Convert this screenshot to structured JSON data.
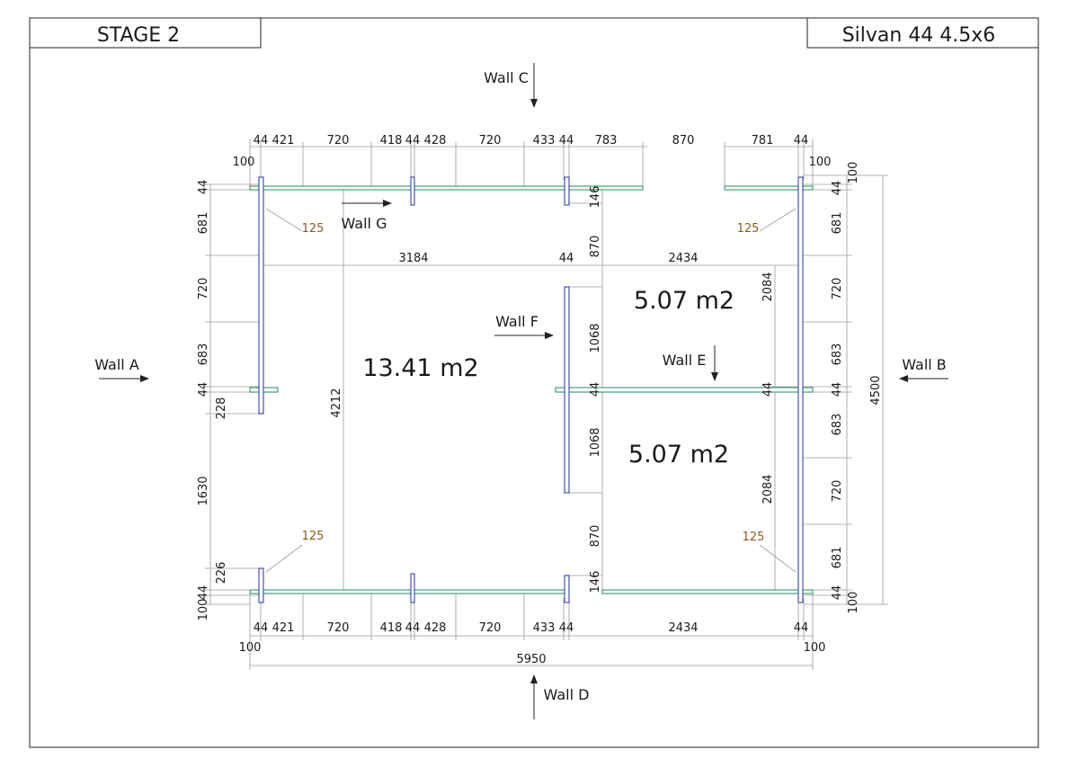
{
  "header": {
    "stage": "STAGE 2",
    "model": "Silvan 44 4.5x6"
  },
  "rooms": [
    {
      "label": "13.41 m2"
    },
    {
      "label": "5.07 m2"
    },
    {
      "label": "5.07 m2"
    }
  ],
  "walls": {
    "a": "Wall A",
    "b": "Wall B",
    "c": "Wall C",
    "d": "Wall D",
    "e": "Wall E",
    "f": "Wall F",
    "g": "Wall G"
  },
  "dimensions": {
    "top": [
      "44",
      "421",
      "720",
      "418",
      "44",
      "428",
      "720",
      "433",
      "44",
      "783",
      "870",
      "781",
      "44"
    ],
    "top_ends": [
      "100",
      "100"
    ],
    "bottom": [
      "44",
      "421",
      "720",
      "418",
      "44",
      "428",
      "720",
      "433",
      "44",
      "2434",
      "44"
    ],
    "bottom_ends": [
      "100",
      "100"
    ],
    "overall_width": "5950",
    "left": [
      "44",
      "681",
      "720",
      "683",
      "44",
      "228",
      "1630",
      "226",
      "44",
      "100"
    ],
    "right": [
      "100",
      "44",
      "681",
      "720",
      "683",
      "44",
      "683",
      "720",
      "681",
      "44",
      "100"
    ],
    "overall_depth": "4500",
    "interior": {
      "span_left": "3184",
      "span_post": "44",
      "span_right": "2434",
      "height_left": "4212",
      "f_top": "146",
      "f_870_top": "870",
      "f_1068_top": "1068",
      "f_mid": "44",
      "f_1068_bottom": "1068",
      "f_870_bottom": "870",
      "f_bottom": "146",
      "e_right_top": "2084",
      "e_right_mid": "44",
      "e_right_bottom": "2084",
      "bottom_inner_span": "2434"
    },
    "corners": [
      "125",
      "125",
      "125",
      "125"
    ]
  }
}
